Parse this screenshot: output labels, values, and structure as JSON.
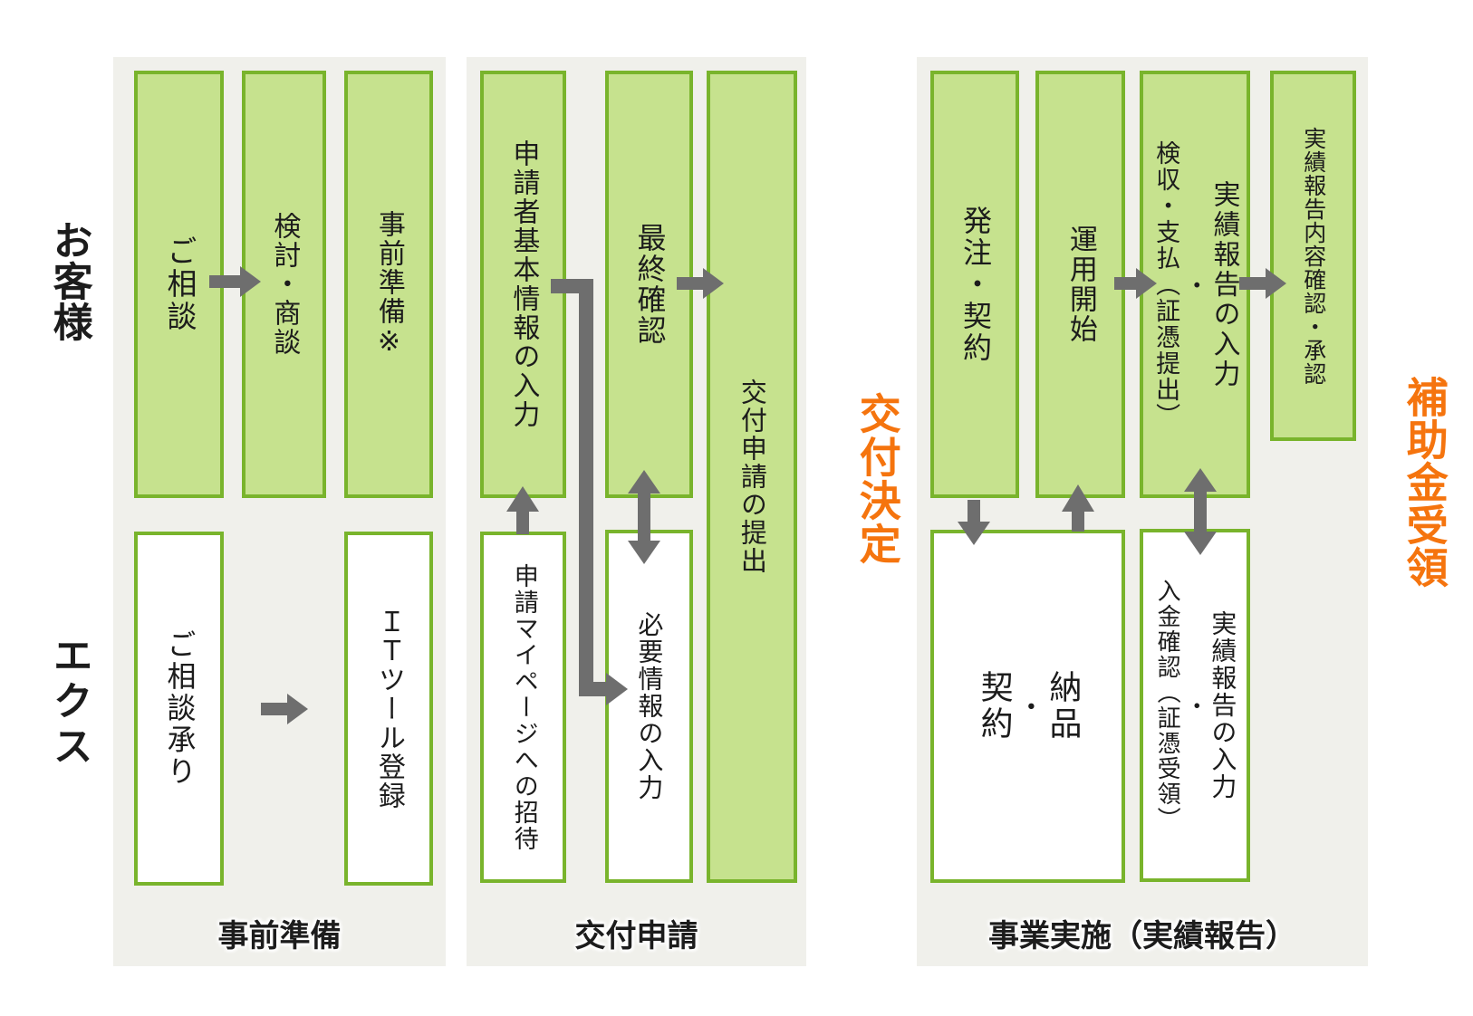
{
  "colors": {
    "panel_bg": "#f0f0eb",
    "box_fill_green": "#c6e28e",
    "box_border_green": "#79b42c",
    "box_fill_white": "#ffffff",
    "arrow_gray": "#6e6e6e",
    "milestone_orange": "#f5740e",
    "text_black": "#1c1c1c"
  },
  "actors": {
    "customer": "お客様",
    "vendor": "エクス"
  },
  "milestones": {
    "grant_decision": "交付決定",
    "subsidy_receipt": "補助金受領"
  },
  "phase1": {
    "label": "事前準備",
    "customer_steps": {
      "consult": "ご相談",
      "consider": "検討・商談",
      "prepare": "事前準備※"
    },
    "vendor_steps": {
      "accept_consult": "ご相談承り",
      "tool_register": "ＩＴツール登録"
    }
  },
  "phase2": {
    "label": "交付申請",
    "customer_steps": {
      "basic_info": "申請者基本情報の入力",
      "final_check": "最終確認",
      "submit": "交付申請の提出"
    },
    "vendor_steps": {
      "mypage_invite": "申請マイページへの招待",
      "required_info": "必要情報の入力"
    }
  },
  "phase3": {
    "label": "事業実施（実績報告）",
    "customer_steps": {
      "inspect_pay": "検収・支払（証憑提出）",
      "inspect_pay_sep": "・",
      "report_input": "実績報告の入力",
      "order_contract": "発注・契約",
      "operation_start": "運用開始",
      "report_confirm": "実績報告内容確認・承認"
    },
    "vendor_steps": {
      "contract": "契約",
      "contract_sep": "・",
      "delivery": "納品",
      "payment_confirm": "入金確認（証憑受領）",
      "payment_sep": "・",
      "report_input": "実績報告の入力"
    }
  }
}
